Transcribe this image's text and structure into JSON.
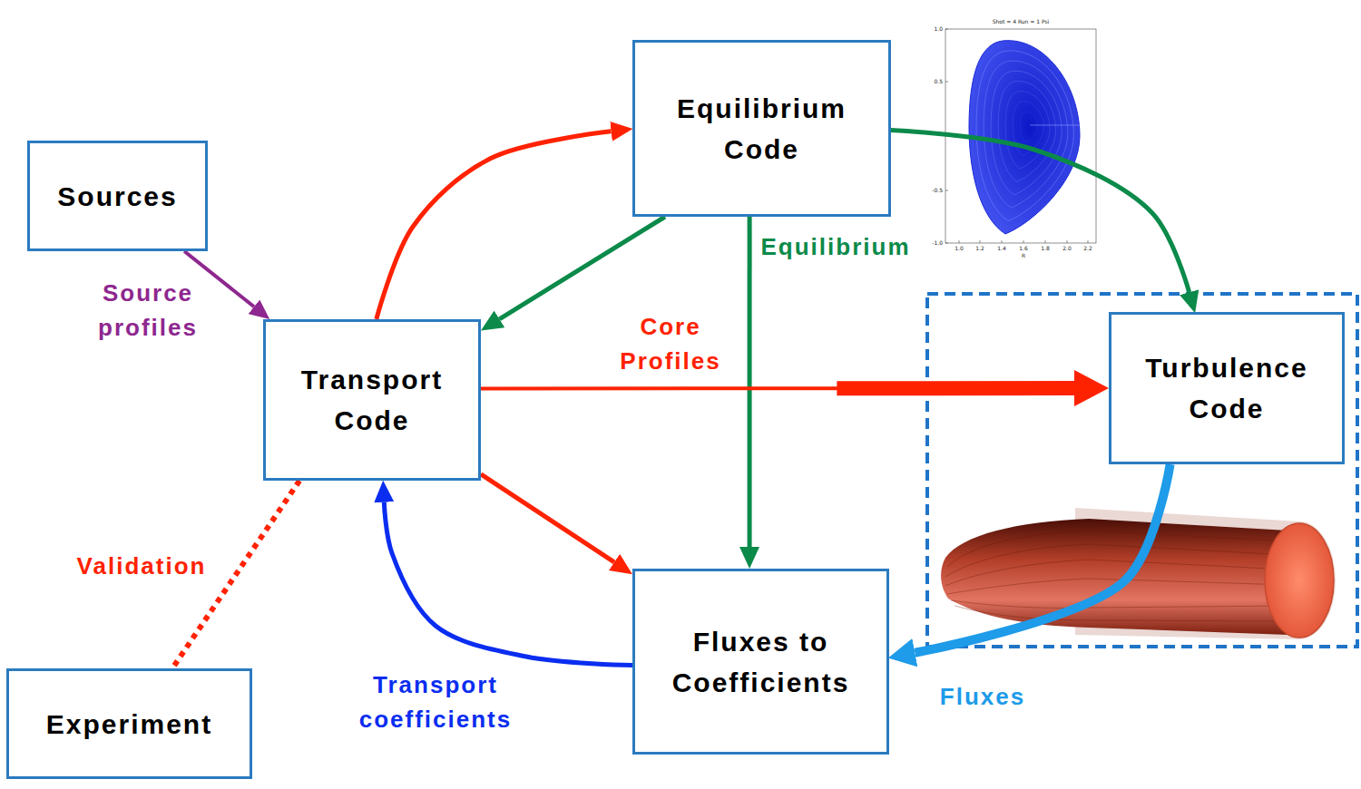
{
  "diagram": {
    "nodes": [
      {
        "text": [
          "Equilibrium Code"
        ]
      },
      {
        "text": [
          "Sources"
        ]
      },
      {
        "text": [
          "Transport Code"
        ]
      },
      {
        "text": [
          "Turbulence Code"
        ]
      },
      {
        "text": [
          "Fluxes to Coefficients"
        ]
      },
      {
        "text": [
          "Experiment"
        ]
      }
    ],
    "edges": [
      {
        "from": 1,
        "to": 2,
        "arrow": "to",
        "label": "Source profiles"
      },
      {
        "from": 2,
        "to": 0,
        "arrow": "to"
      },
      {
        "from": 0,
        "to": 2,
        "arrow": "to"
      },
      {
        "from": 0,
        "to": 3,
        "arrow": "to"
      },
      {
        "from": 0,
        "to": 4,
        "arrow": "to",
        "label": "Equilibrium"
      },
      {
        "from": 2,
        "to": 3,
        "arrow": "to",
        "label": "Core Profiles"
      },
      {
        "from": 2,
        "to": 4,
        "arrow": "to"
      },
      {
        "from": 3,
        "to": 4,
        "arrow": "to",
        "label": "Fluxes"
      },
      {
        "from": 4,
        "to": 2,
        "arrow": "to",
        "label": "Transport coefficients"
      },
      {
        "from": 2,
        "to": 5,
        "arrow": "none",
        "label": "Validation"
      }
    ],
    "labels": [
      "Shot = 4 Run = 1 Psi",
      "1.0",
      "0.5",
      "-0.5",
      "-1.0",
      "1.0",
      "1.2",
      "1.4",
      "1.6",
      "1.8",
      "2.0",
      "2.2",
      "R"
    ]
  }
}
